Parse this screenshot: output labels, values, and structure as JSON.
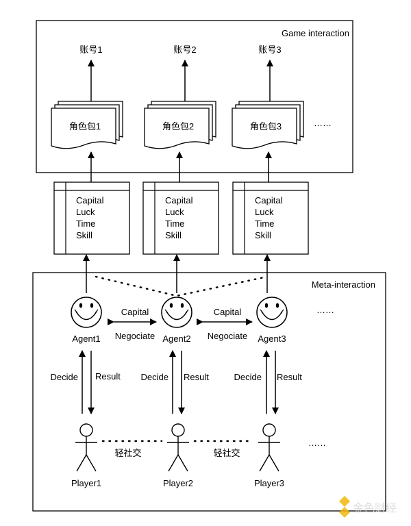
{
  "top_panel": {
    "title": "Game interaction"
  },
  "meta_panel": {
    "title": "Meta-interaction"
  },
  "accounts": [
    "账号1",
    "账号2",
    "账号3"
  ],
  "role_packs": [
    "角色包1",
    "角色包2",
    "角色包3"
  ],
  "role_packs_more": "……",
  "attribute_tables": [
    {
      "rows": [
        "Capital",
        "Luck",
        "Time",
        "Skill"
      ]
    },
    {
      "rows": [
        "Capital",
        "Luck",
        "Time",
        "Skill"
      ]
    },
    {
      "rows": [
        "Capital",
        "Luck",
        "Time",
        "Skill"
      ]
    }
  ],
  "agents": [
    "Agent1",
    "Agent2",
    "Agent3"
  ],
  "agents_more": "……",
  "negotiations": [
    {
      "top": "Capital",
      "bottom": "Negociate"
    },
    {
      "top": "Capital",
      "bottom": "Negociate"
    }
  ],
  "arrow_labels": {
    "decide": "Decide",
    "result": "Result"
  },
  "players": [
    "Player1",
    "Player2",
    "Player3"
  ],
  "players_more": "……",
  "social_link": "轻社交",
  "watermark": {
    "text": "金色财经",
    "color": "#f0b90b"
  }
}
